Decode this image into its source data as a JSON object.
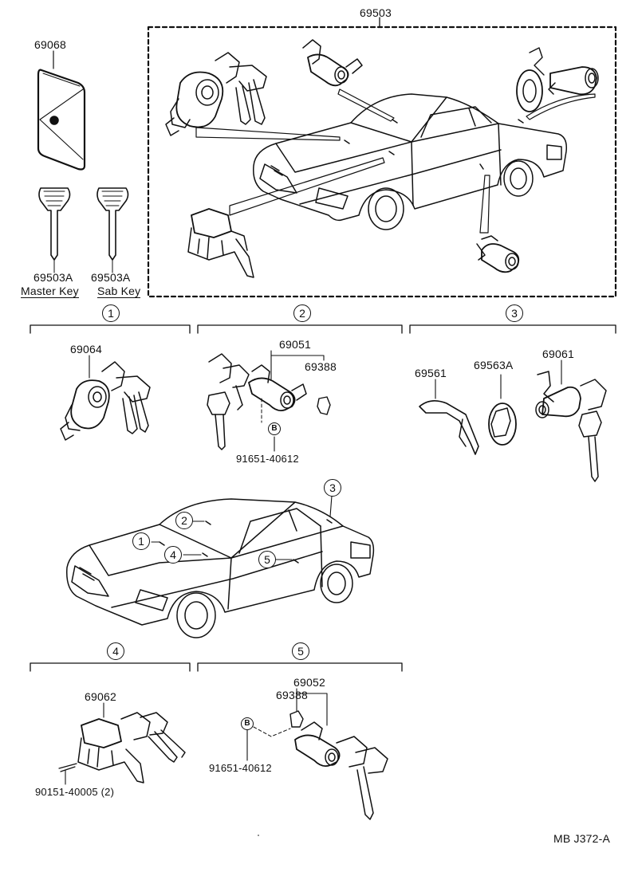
{
  "diagram": {
    "main_assembly": "69503",
    "key_plate": "69068",
    "master_key_part": "69503A",
    "master_key_label": "Master Key",
    "sub_key_part": "69503A",
    "sub_key_label": "Sab Key",
    "sections": {
      "s1": {
        "num": "1",
        "parts": {
          "ignition": "69064"
        }
      },
      "s2": {
        "num": "2",
        "parts": {
          "cylinder_set": "69051",
          "clip": "69388",
          "bolt_marker": "B",
          "bolt": "91651-40612"
        }
      },
      "s3": {
        "num": "3",
        "parts": {
          "lever": "69561",
          "plate": "69563A",
          "cylinder": "69061"
        }
      },
      "s4": {
        "num": "4",
        "parts": {
          "lock": "69062",
          "screw": "90151-40005 (2)"
        }
      },
      "s5": {
        "num": "5",
        "parts": {
          "cylinder_set": "69052",
          "clip": "69388",
          "bolt_marker": "B",
          "bolt": "91651-40612"
        }
      }
    },
    "car_markers": [
      "1",
      "2",
      "3",
      "4",
      "5"
    ],
    "figure_code": "MB J372-A"
  }
}
